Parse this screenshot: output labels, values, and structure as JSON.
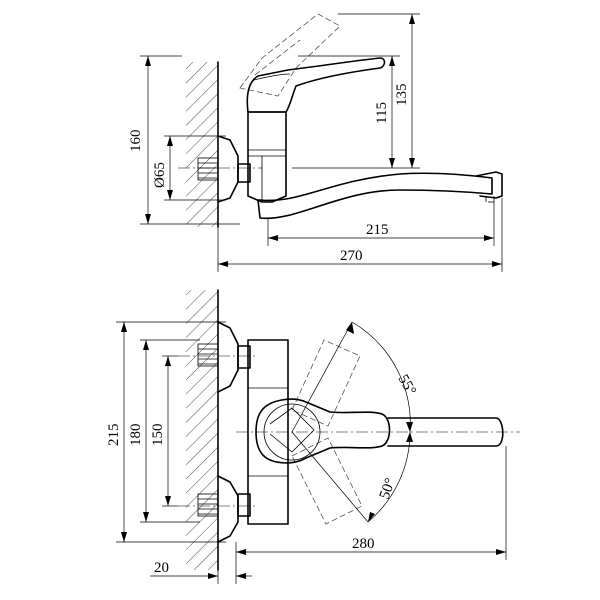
{
  "side_view": {
    "dim_height_total": "160",
    "dim_diameter": "Ø65",
    "dim_lever_height": "115",
    "dim_lever_top": "135",
    "dim_spout_reach": "215",
    "dim_total_length": "270"
  },
  "front_view": {
    "dim_outer_height": "215",
    "dim_connection_max": "180",
    "dim_connection_min": "150",
    "dim_wall_offset": "20",
    "dim_length": "280",
    "angle_up": "55°",
    "angle_down": "50°"
  }
}
